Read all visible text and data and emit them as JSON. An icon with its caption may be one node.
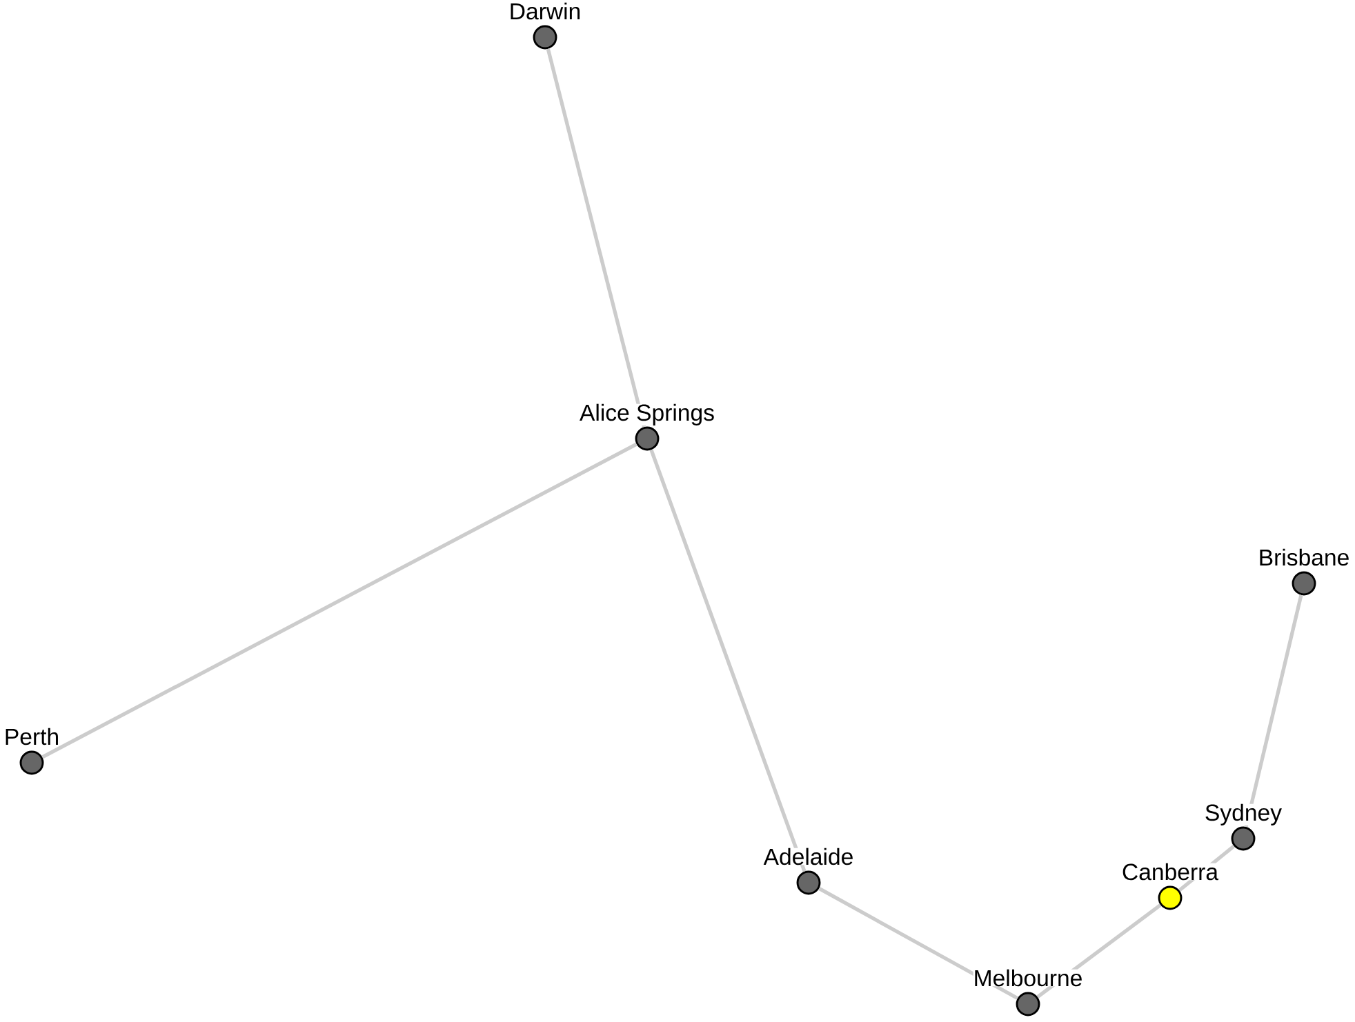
{
  "diagram": {
    "nodes": [
      {
        "text": [
          "Darwin"
        ]
      },
      {
        "text": [
          "Alice Springs"
        ]
      },
      {
        "text": [
          "Brisbane"
        ]
      },
      {
        "text": [
          "Perth"
        ]
      },
      {
        "text": [
          "Sydney"
        ]
      },
      {
        "text": [
          "Adelaide"
        ]
      },
      {
        "text": [
          "Canberra"
        ]
      },
      {
        "text": [
          "Melbourne"
        ]
      }
    ],
    "edges": [
      {
        "from": 0,
        "to": 1,
        "arrow": "none"
      },
      {
        "from": 1,
        "to": 3,
        "arrow": "none"
      },
      {
        "from": 1,
        "to": 5,
        "arrow": "none"
      },
      {
        "from": 5,
        "to": 7,
        "arrow": "none"
      },
      {
        "from": 7,
        "to": 6,
        "arrow": "none"
      },
      {
        "from": 6,
        "to": 4,
        "arrow": "none"
      },
      {
        "from": 4,
        "to": 2,
        "arrow": "none"
      }
    ]
  }
}
